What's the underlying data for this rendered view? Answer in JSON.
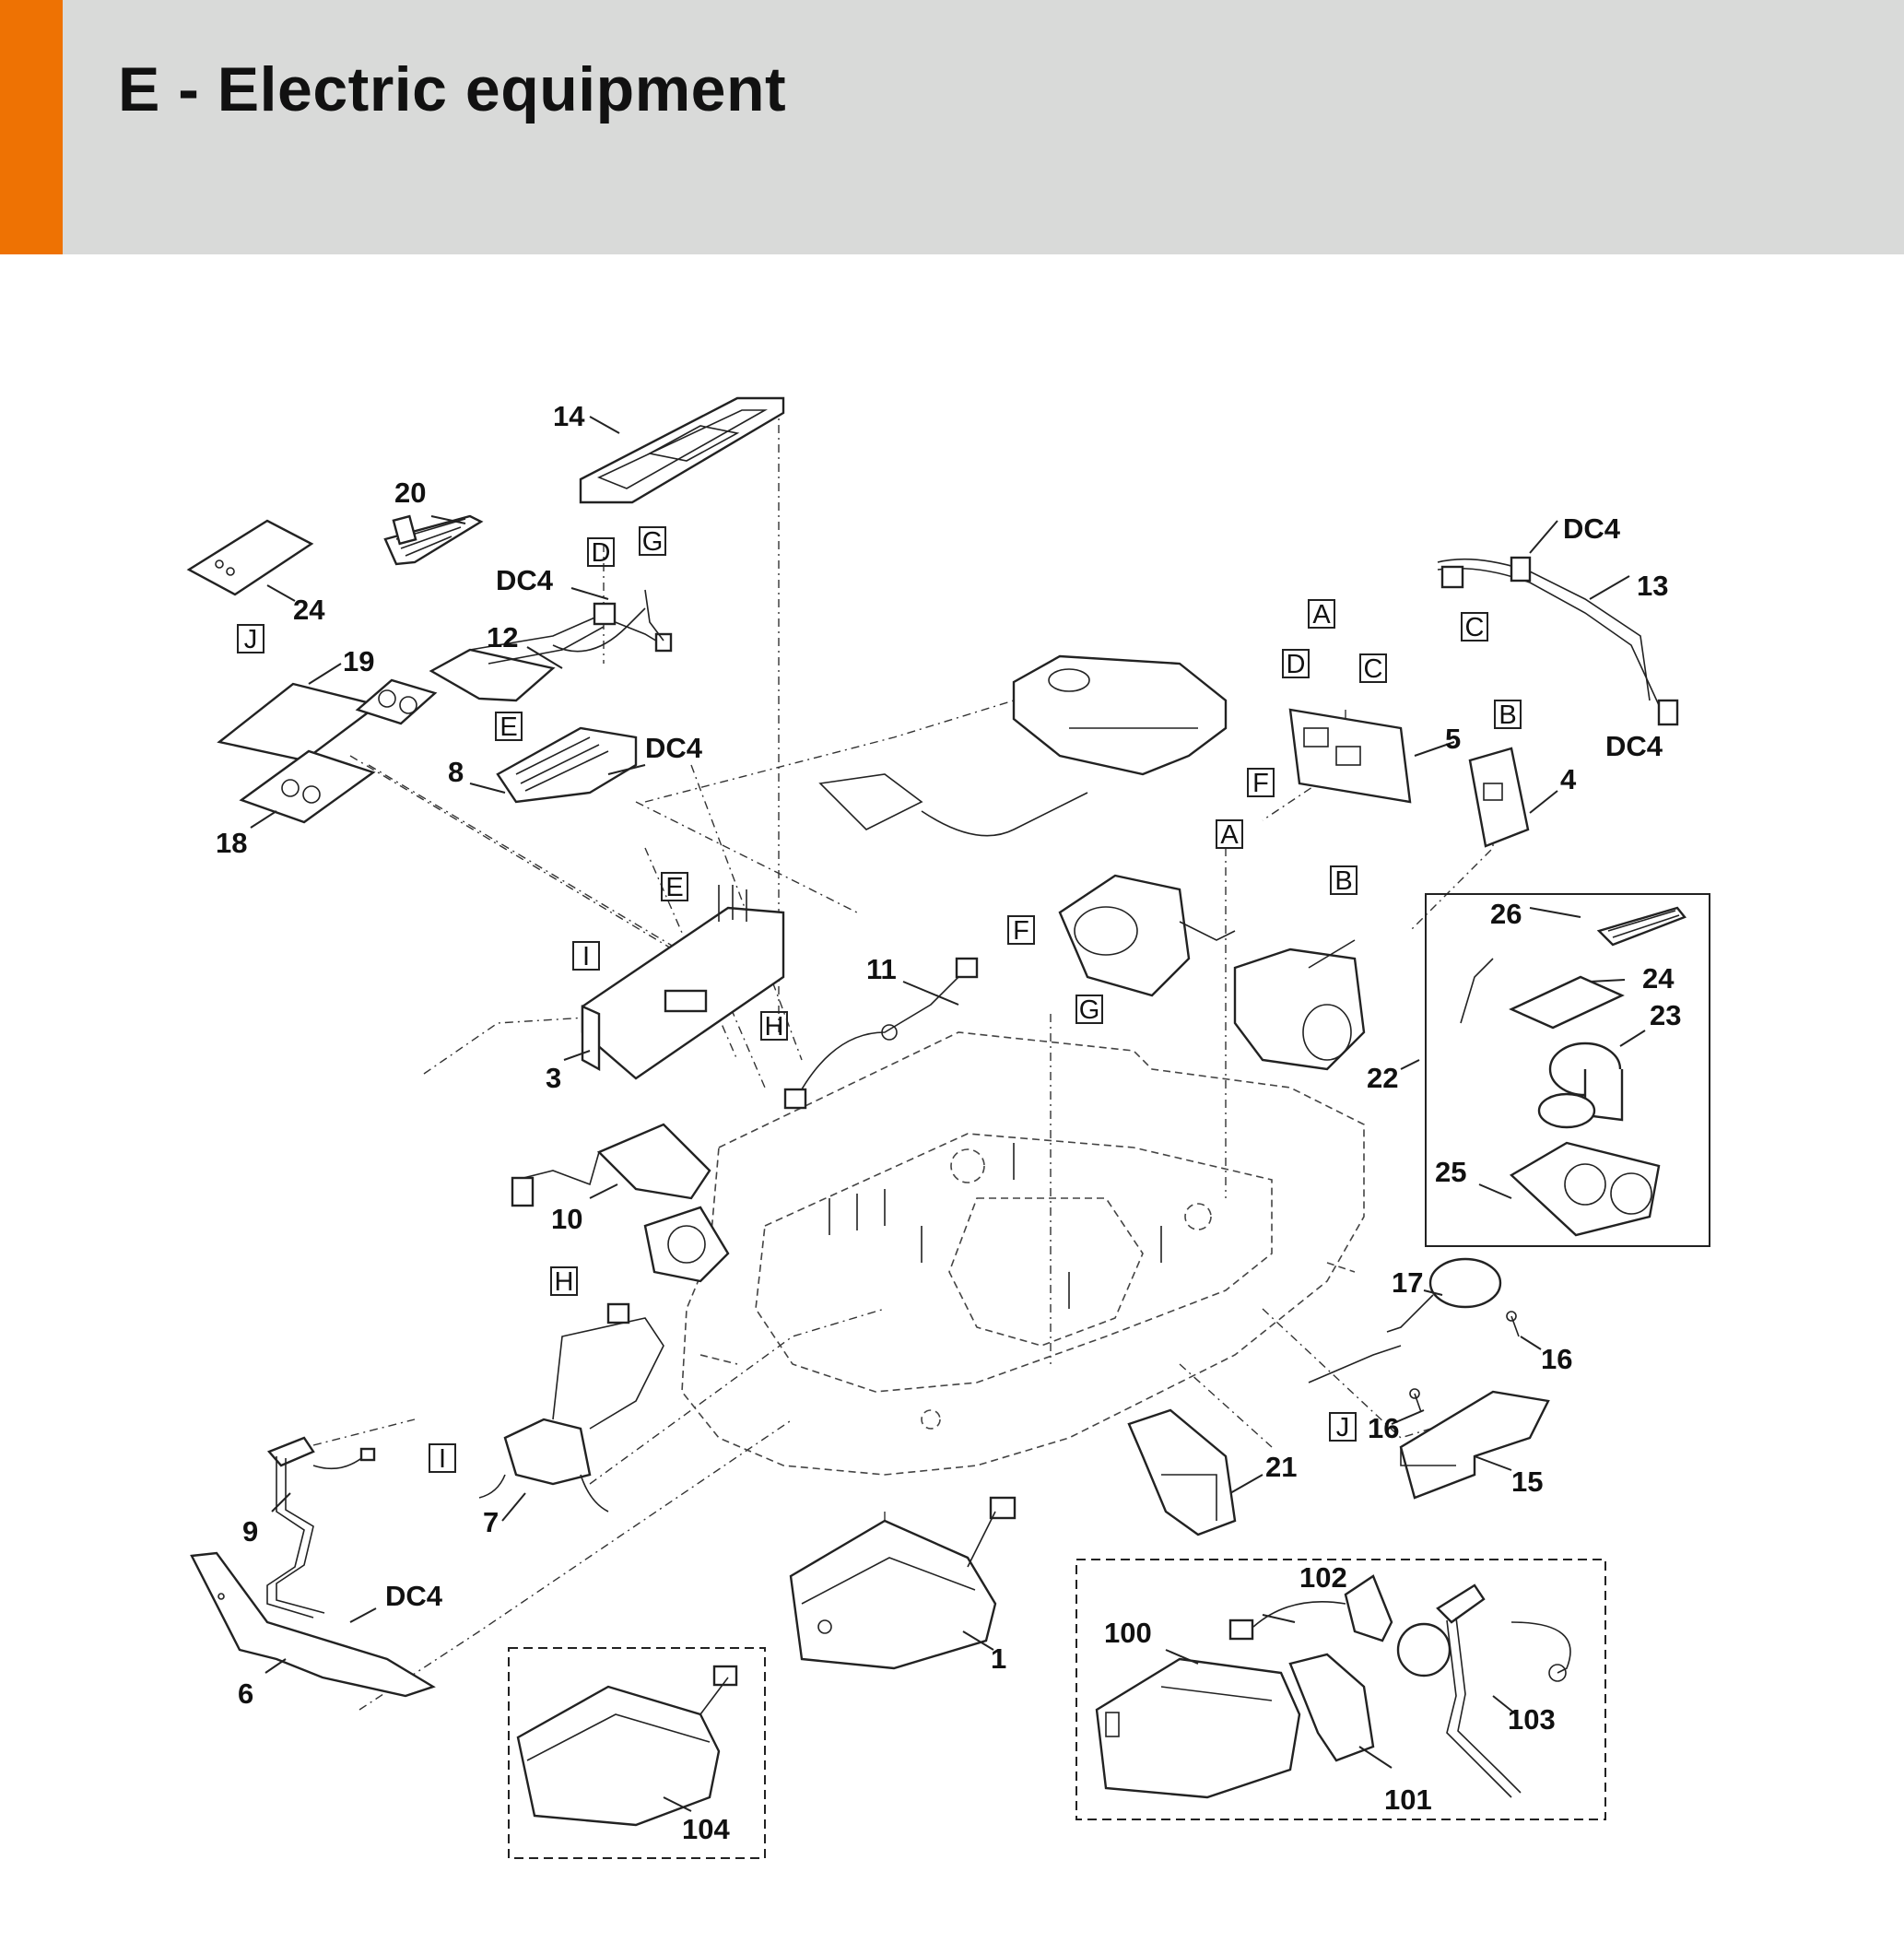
{
  "header": {
    "title": "E - Electric equipment",
    "accent_color": "#ee7203",
    "band_color": "#d9dad9"
  },
  "callouts": {
    "p1": "1",
    "p3": "3",
    "p4": "4",
    "p5": "5",
    "p6": "6",
    "p7": "7",
    "p8": "8",
    "p9": "9",
    "p10": "10",
    "p11": "11",
    "p12": "12",
    "p13": "13",
    "p14": "14",
    "p15": "15",
    "p16a": "16",
    "p16b": "16",
    "p17": "17",
    "p18": "18",
    "p19": "19",
    "p20": "20",
    "p21": "21",
    "p22": "22",
    "p23": "23",
    "p24a": "24",
    "p24b": "24",
    "p25": "25",
    "p26": "26",
    "p100": "100",
    "p101": "101",
    "p102": "102",
    "p103": "103",
    "p104": "104",
    "dc4_12": "DC4",
    "dc4_8": "DC4",
    "dc4_13a": "DC4",
    "dc4_13b": "DC4",
    "dc4_6": "DC4"
  },
  "reference_markers": {
    "a1": "A",
    "a2": "A",
    "b1": "B",
    "b2": "B",
    "c1": "C",
    "c2": "C",
    "d1": "D",
    "d2": "D",
    "e1": "E",
    "e2": "E",
    "f1": "F",
    "f2": "F",
    "g1": "G",
    "g2": "G",
    "h1": "H",
    "h2": "H",
    "i1": "I",
    "i2": "I",
    "j1": "J",
    "j2": "J"
  }
}
